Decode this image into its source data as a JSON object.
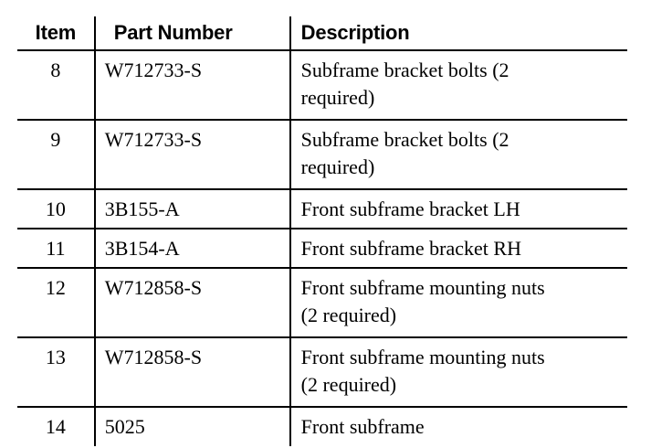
{
  "document": {
    "type": "parts-reference-table",
    "background_color": "#ffffff",
    "text_color": "#000000",
    "border_color": "#000000"
  },
  "table": {
    "columns": [
      {
        "key": "item",
        "label": "Item",
        "align": "center"
      },
      {
        "key": "part_number",
        "label": "Part Number",
        "align": "left"
      },
      {
        "key": "description",
        "label": "Description",
        "align": "left"
      }
    ],
    "rows": [
      {
        "item": "8",
        "part_number": "W712733-S",
        "description": "Subframe bracket bolts (2 required)",
        "description_lines": [
          "Subframe bracket bolts (2",
          "required)"
        ],
        "height": "tall"
      },
      {
        "item": "9",
        "part_number": "W712733-S",
        "description": "Subframe bracket bolts (2 required)",
        "description_lines": [
          "Subframe bracket bolts (2",
          "required)"
        ],
        "height": "tall"
      },
      {
        "item": "10",
        "part_number": "3B155-A",
        "description": "Front subframe bracket LH",
        "description_lines": [
          "Front subframe bracket LH"
        ],
        "height": "short"
      },
      {
        "item": "11",
        "part_number": "3B154-A",
        "description": "Front subframe bracket RH",
        "description_lines": [
          "Front subframe bracket RH"
        ],
        "height": "short"
      },
      {
        "item": "12",
        "part_number": "W712858-S",
        "description": "Front subframe mounting nuts (2 required)",
        "description_lines": [
          "Front subframe mounting nuts",
          "(2 required)"
        ],
        "height": "tall"
      },
      {
        "item": "13",
        "part_number": "W712858-S",
        "description": "Front subframe mounting nuts (2 required)",
        "description_lines": [
          "Front subframe mounting nuts",
          "(2 required)"
        ],
        "height": "tall"
      },
      {
        "item": "14",
        "part_number": "5025",
        "description": "Front subframe",
        "description_lines": [
          "Front subframe"
        ],
        "height": "last"
      }
    ]
  }
}
